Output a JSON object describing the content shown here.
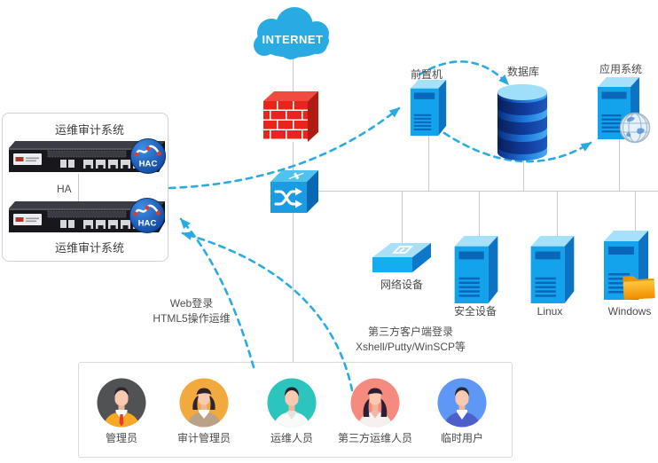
{
  "diagram": {
    "internet_label": "INTERNET",
    "audit_panel": {
      "title_top": "运维审计系统",
      "title_bottom": "运维审计系统",
      "ha_label": "HA",
      "badge_label": "HAC"
    },
    "nodes": {
      "front_machine": {
        "label": "前置机"
      },
      "database": {
        "label": "数据库"
      },
      "app_system": {
        "label": "应用系统"
      },
      "network_device": {
        "label": "网络设备"
      },
      "security_device": {
        "label": "安全设备"
      },
      "linux": {
        "label": "Linux"
      },
      "windows": {
        "label": "Windows"
      }
    },
    "annotations": {
      "web_login": {
        "line1": "Web登录",
        "line2": "HTML5操作运维"
      },
      "client_login": {
        "line1": "第三方客户端登录",
        "line2": "Xshell/Putty/WinSCP等"
      }
    },
    "users": [
      {
        "label": "管理员",
        "avatar_color": "#515254"
      },
      {
        "label": "审计管理员",
        "avatar_color": "#F2A93D"
      },
      {
        "label": "运维人员",
        "avatar_color": "#2BC5BD"
      },
      {
        "label": "第三方运维人员",
        "avatar_color": "#F58B7E"
      },
      {
        "label": "临时用户",
        "avatar_color": "#5E97F5"
      }
    ],
    "colors": {
      "flow_accent": "#29ABE2",
      "structure_line": "#C8C8C8",
      "firewall_red": "#E8251D",
      "device_blue": "#12A3EC",
      "hac_badge_blue": "#0B3C94"
    }
  }
}
